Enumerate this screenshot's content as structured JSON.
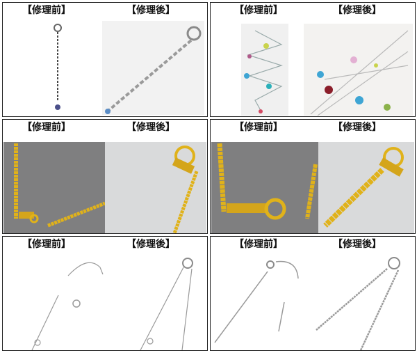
{
  "labels": {
    "before": "【修理前】",
    "after": "【修理後】"
  },
  "colors": {
    "border": "#222222",
    "silver_bg": "#f2f2f2",
    "gold_bg": "#7f7f80",
    "gold_light_bg": "#d9dadb",
    "gold_chain": "#e0b21a",
    "silver_chain": "#9a9a9a"
  },
  "panels": [
    {
      "id": 1,
      "before_img": "silver-extender-chain-before",
      "after_img": "silver-extender-chain-after"
    },
    {
      "id": 2,
      "before_img": "gemstone-station-necklace-before",
      "after_img": "gemstone-station-necklace-after"
    },
    {
      "id": 3,
      "before_img": "gold-box-chain-before",
      "after_img": "gold-box-chain-after"
    },
    {
      "id": 4,
      "before_img": "gold-box-chain-clasp-before",
      "after_img": "gold-box-chain-clasp-after"
    },
    {
      "id": 5,
      "before_img": "silver-fine-chain-before",
      "after_img": "silver-fine-chain-after"
    },
    {
      "id": 6,
      "before_img": "silver-snake-chain-before",
      "after_img": "silver-snake-chain-after"
    }
  ]
}
